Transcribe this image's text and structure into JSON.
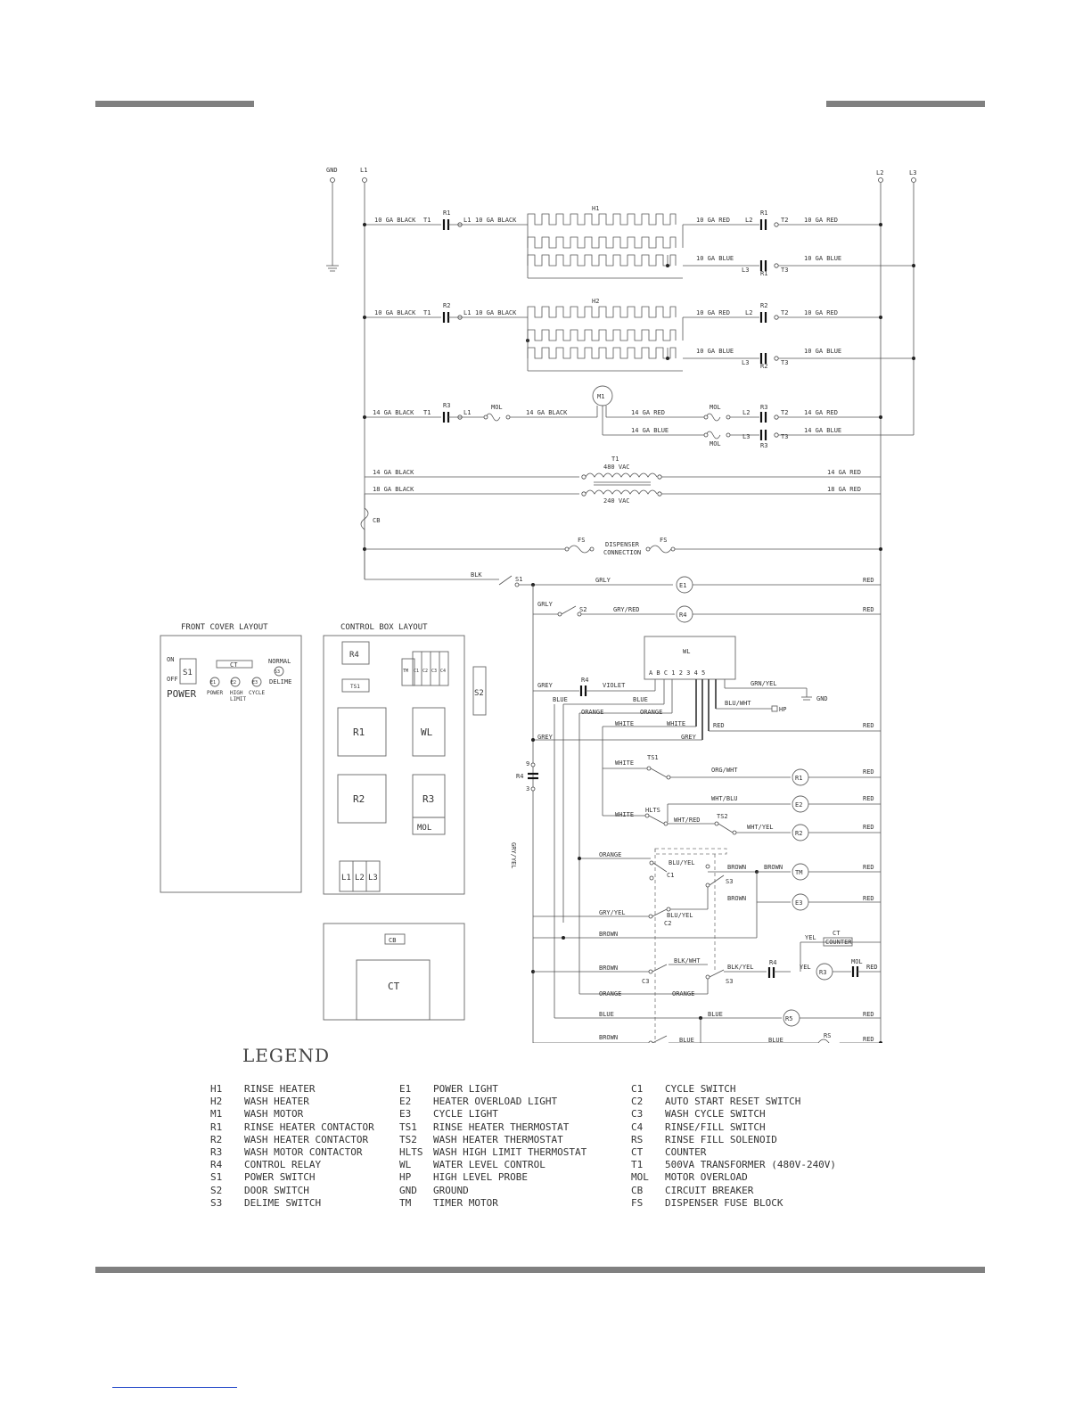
{
  "terminals": {
    "gnd": "GND",
    "l1": "L1",
    "l2": "L2",
    "l3": "L3"
  },
  "wires": {
    "ga10_black": "10 GA BLACK",
    "ga10_red": "10 GA RED",
    "ga10_blue": "10 GA BLUE",
    "ga14_black": "14 GA BLACK",
    "ga14_red": "14 GA RED",
    "ga14_blue": "14 GA BLUE",
    "ga18_black": "18 GA BLACK",
    "ga18_red": "18 GA RED",
    "blk": "BLK",
    "grey": "GREY",
    "grly": "GRLY",
    "gry_red": "GRY/RED",
    "red": "RED",
    "orange": "ORANGE",
    "white": "WHITE",
    "blue": "BLUE",
    "violet": "VIOLET",
    "grn_yel": "GRN/YEL",
    "blu_wht": "BLU/WHT",
    "org_wht": "ORG/WHT",
    "wht_blu": "WHT/BLU",
    "wht_red": "WHT/RED",
    "wht_yel": "WHT/YEL",
    "blu_yel": "BLU/YEL",
    "brown": "BROWN",
    "gry_yel": "GRY/YEL",
    "blk_wht": "BLK/WHT",
    "blk_yel": "BLK/YEL",
    "yel": "YEL"
  },
  "components": {
    "h1": "H1",
    "h2": "H2",
    "m1": "M1",
    "r1": "R1",
    "r2": "R2",
    "r3": "R3",
    "r4": "R4",
    "t1": "T1",
    "t2": "T2",
    "t3": "T3",
    "l1": "L1",
    "l2": "L2",
    "l3": "L3",
    "mol": "MOL",
    "cb": "CB",
    "fs": "FS",
    "s1": "S1",
    "s2": "S2",
    "s3": "S3",
    "e1": "E1",
    "e2": "E2",
    "e3": "E3",
    "wl": "WL",
    "hp": "HP",
    "gnd": "GND",
    "ts1": "TS1",
    "ts2": "TS2",
    "hlts": "HLTS",
    "tm": "TM",
    "rs": "RS",
    "c1": "C1",
    "c2": "C2",
    "c3": "C3",
    "c4": "C4",
    "ct": "CT",
    "v480": "480 VAC",
    "v240": "240 VAC",
    "dispenser_1": "DISPENSER",
    "dispenser_2": "CONNECTION",
    "counter": "COUNTER",
    "wl_terms": "A B C   1 2 3 4 5"
  },
  "layouts": {
    "front_cover_title": "FRONT COVER LAYOUT",
    "control_box_title": "CONTROL BOX LAYOUT",
    "on": "ON",
    "off": "OFF",
    "power": "POWER",
    "normal": "NORMAL",
    "delime": "DELIME",
    "power_small": "POWER",
    "high": "HIGH",
    "limit": "LIMIT",
    "cycle": "CYCLE"
  },
  "legend": {
    "title": "LEGEND",
    "col1": [
      {
        "code": "H1",
        "desc": "RINSE HEATER"
      },
      {
        "code": "H2",
        "desc": "WASH HEATER"
      },
      {
        "code": "M1",
        "desc": "WASH MOTOR"
      },
      {
        "code": "R1",
        "desc": "RINSE HEATER CONTACTOR"
      },
      {
        "code": "R2",
        "desc": "WASH HEATER CONTACTOR"
      },
      {
        "code": "R3",
        "desc": "WASH MOTOR CONTACTOR"
      },
      {
        "code": "R4",
        "desc": "CONTROL RELAY"
      },
      {
        "code": "S1",
        "desc": "POWER SWITCH"
      },
      {
        "code": "S2",
        "desc": "DOOR SWITCH"
      },
      {
        "code": "S3",
        "desc": "DELIME SWITCH"
      }
    ],
    "col2": [
      {
        "code": "E1",
        "desc": "POWER LIGHT"
      },
      {
        "code": "E2",
        "desc": "HEATER OVERLOAD LIGHT"
      },
      {
        "code": "E3",
        "desc": "CYCLE LIGHT"
      },
      {
        "code": "TS1",
        "desc": "RINSE HEATER THERMOSTAT"
      },
      {
        "code": "TS2",
        "desc": "WASH HEATER THERMOSTAT"
      },
      {
        "code": "HLTS",
        "desc": "WASH HIGH LIMIT THERMOSTAT"
      },
      {
        "code": "WL",
        "desc": "WATER LEVEL CONTROL"
      },
      {
        "code": "HP",
        "desc": "HIGH LEVEL PROBE"
      },
      {
        "code": "GND",
        "desc": "GROUND"
      },
      {
        "code": "TM",
        "desc": "TIMER MOTOR"
      }
    ],
    "col3": [
      {
        "code": "C1",
        "desc": "CYCLE SWITCH"
      },
      {
        "code": "C2",
        "desc": "AUTO START RESET SWITCH"
      },
      {
        "code": "C3",
        "desc": "WASH CYCLE SWITCH"
      },
      {
        "code": "C4",
        "desc": "RINSE/FILL SWITCH"
      },
      {
        "code": "RS",
        "desc": "RINSE FILL SOLENOID"
      },
      {
        "code": "CT",
        "desc": "COUNTER"
      },
      {
        "code": "T1",
        "desc": "500VA TRANSFORMER (480V-240V)"
      },
      {
        "code": "MOL",
        "desc": "MOTOR OVERLOAD"
      },
      {
        "code": "CB",
        "desc": "CIRCUIT BREAKER"
      },
      {
        "code": "FS",
        "desc": "DISPENSER FUSE BLOCK"
      }
    ]
  }
}
